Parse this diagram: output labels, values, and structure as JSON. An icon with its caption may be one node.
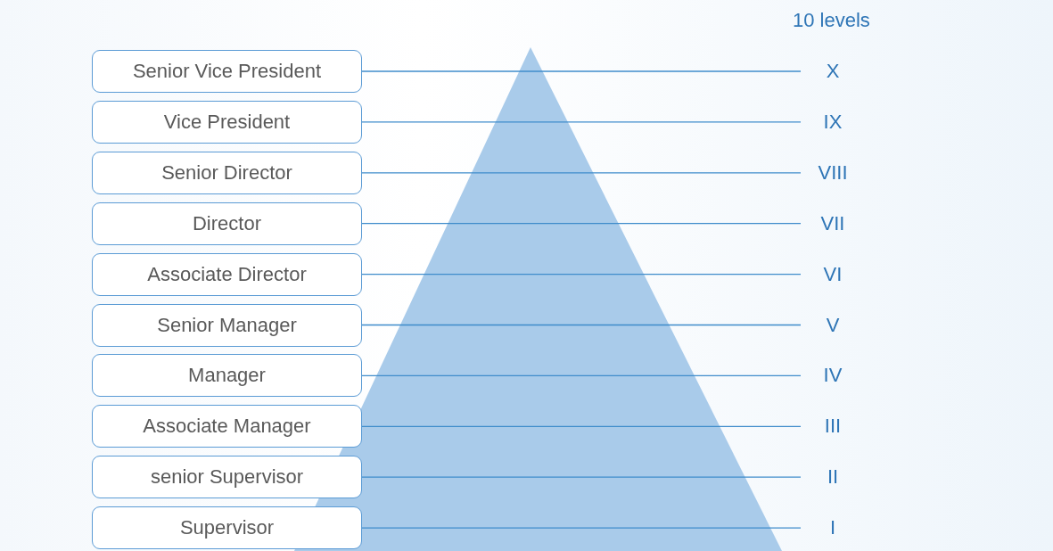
{
  "diagram": {
    "nodes": [
      {
        "text": [
          "Senior Vice President"
        ]
      },
      {
        "text": [
          "Vice President"
        ]
      },
      {
        "text": [
          "Senior Director"
        ]
      },
      {
        "text": [
          "Director"
        ]
      },
      {
        "text": [
          "Associate Director"
        ]
      },
      {
        "text": [
          "Senior Manager"
        ]
      },
      {
        "text": [
          "Manager"
        ]
      },
      {
        "text": [
          "Associate Manager"
        ]
      },
      {
        "text": [
          "senior Supervisor"
        ]
      },
      {
        "text": [
          "Supervisor"
        ]
      },
      {
        "text": [
          "X"
        ]
      },
      {
        "text": [
          "IX"
        ]
      },
      {
        "text": [
          "VIII"
        ]
      },
      {
        "text": [
          "VII"
        ]
      },
      {
        "text": [
          "VI"
        ]
      },
      {
        "text": [
          "V"
        ]
      },
      {
        "text": [
          "IV"
        ]
      },
      {
        "text": [
          "III"
        ]
      },
      {
        "text": [
          "II"
        ]
      },
      {
        "text": [
          "I"
        ]
      }
    ],
    "edges": [
      {
        "from": 0,
        "to": 10,
        "arrow": "none"
      },
      {
        "from": 1,
        "to": 11,
        "arrow": "none"
      },
      {
        "from": 2,
        "to": 12,
        "arrow": "none"
      },
      {
        "from": 3,
        "to": 13,
        "arrow": "none"
      },
      {
        "from": 4,
        "to": 14,
        "arrow": "none"
      },
      {
        "from": 5,
        "to": 15,
        "arrow": "none"
      },
      {
        "from": 6,
        "to": 16,
        "arrow": "none"
      },
      {
        "from": 7,
        "to": 17,
        "arrow": "none"
      },
      {
        "from": 8,
        "to": 18,
        "arrow": "none"
      },
      {
        "from": 9,
        "to": 19,
        "arrow": "none"
      }
    ],
    "labels": [
      "10 levels"
    ]
  }
}
